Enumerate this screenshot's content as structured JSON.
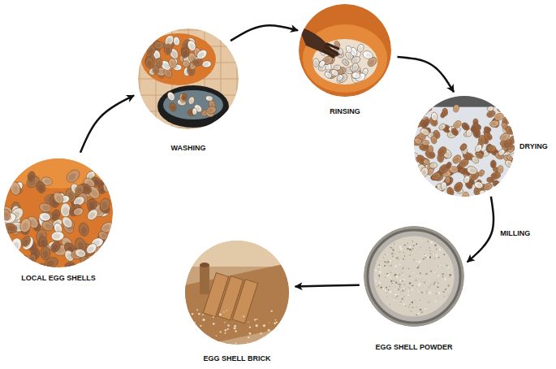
{
  "diagram": {
    "nodes": [
      {
        "text": [
          "LOCAL EGG SHELLS"
        ]
      },
      {
        "text": [
          "WASHING"
        ]
      },
      {
        "text": [
          "RINSING"
        ]
      },
      {
        "text": [
          "DRYING"
        ]
      },
      {
        "text": [
          "EGG SHELL POWDER"
        ]
      },
      {
        "text": [
          "EGG SHELL BRICK"
        ]
      }
    ],
    "edges": [
      {
        "from": 0,
        "to": 1,
        "arrow": "to"
      },
      {
        "from": 1,
        "to": 2,
        "arrow": "to"
      },
      {
        "from": 2,
        "to": 3,
        "arrow": "to"
      },
      {
        "from": 3,
        "to": 4,
        "label": "MILLING",
        "arrow": "to"
      },
      {
        "from": 4,
        "to": 5,
        "arrow": "to"
      }
    ]
  }
}
